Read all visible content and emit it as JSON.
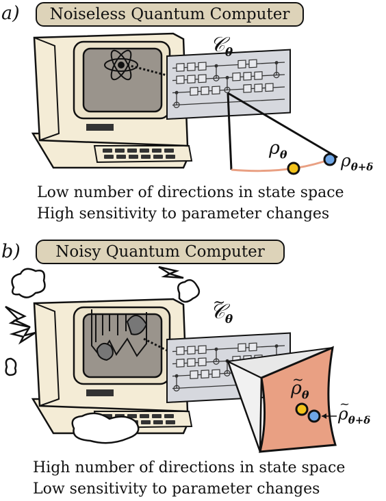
{
  "panel_a": {
    "label": "a)",
    "title": "Noiseless Quantum Computer",
    "circuit_symbol": "𝒞",
    "circuit_subscript": "θ",
    "state_symbol": "ρ",
    "state_subscript": "θ",
    "shifted_state_symbol": "ρ",
    "shifted_state_subscript": "θ+δ",
    "caption_lines": [
      "Low number of directions in state space",
      "High sensitivity to parameter changes"
    ]
  },
  "panel_b": {
    "label": "b)",
    "title": "Noisy Quantum Computer",
    "circuit_symbol": "𝒞",
    "circuit_subscript": "θ",
    "state_symbol": "ρ",
    "state_subscript": "θ",
    "shifted_state_symbol": "ρ",
    "shifted_state_subscript": "θ+δ",
    "caption_lines": [
      "High number of directions in state space",
      "Low sensitivity to parameter changes"
    ]
  },
  "colors": {
    "banner": "#ddd3b9",
    "computer_body": "#f4ecd6",
    "screen": "#9a948c",
    "circuit_panel": "#d6d8de",
    "state_space_region": "#e9a083",
    "state_point": "#f2c21b",
    "shifted_state_point": "#6ea6e6"
  },
  "icons": [
    "atom-icon",
    "cloud-icon",
    "lightning-icon",
    "broken-screen-icon"
  ]
}
